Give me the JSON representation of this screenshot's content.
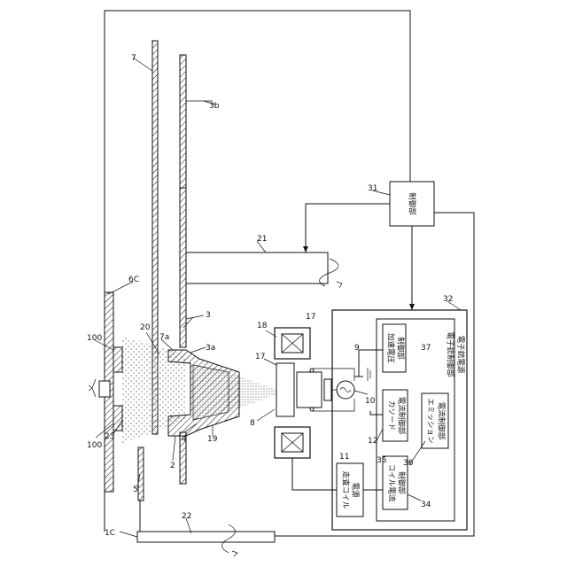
{
  "labels": {
    "n7": "7",
    "n3b": "3b",
    "n31": "31",
    "n21": "21",
    "n6C": "6C",
    "n32": "32",
    "n18": "18",
    "n17a": "17",
    "n17b": "17",
    "n9": "9",
    "n37": "37",
    "n100a": "100",
    "n20": "20",
    "n7a": "7a",
    "n3": "3",
    "n3a": "3a",
    "n10": "10",
    "n23": "23",
    "n100b": "100",
    "n4": "4",
    "n19": "19",
    "n8": "8",
    "n12": "12",
    "n2": "2",
    "n11": "11",
    "n35": "35",
    "n36": "36",
    "n5": "5",
    "n34": "34",
    "n22": "22",
    "n1C": "1C"
  },
  "boxes": {
    "control_unit": "制御部",
    "accel_voltage": [
      "加速電圧",
      "制御部"
    ],
    "cathode_current": [
      "カソード",
      "電流制御部"
    ],
    "emission_current": [
      "エミッション",
      "電流制御部"
    ],
    "gun_control": "電子銃制御部",
    "gun_power": "電子銃電源",
    "coil_current": [
      "コイル電流",
      "制御部"
    ],
    "scan_coil_power": [
      "走査コイル",
      "電源"
    ]
  }
}
